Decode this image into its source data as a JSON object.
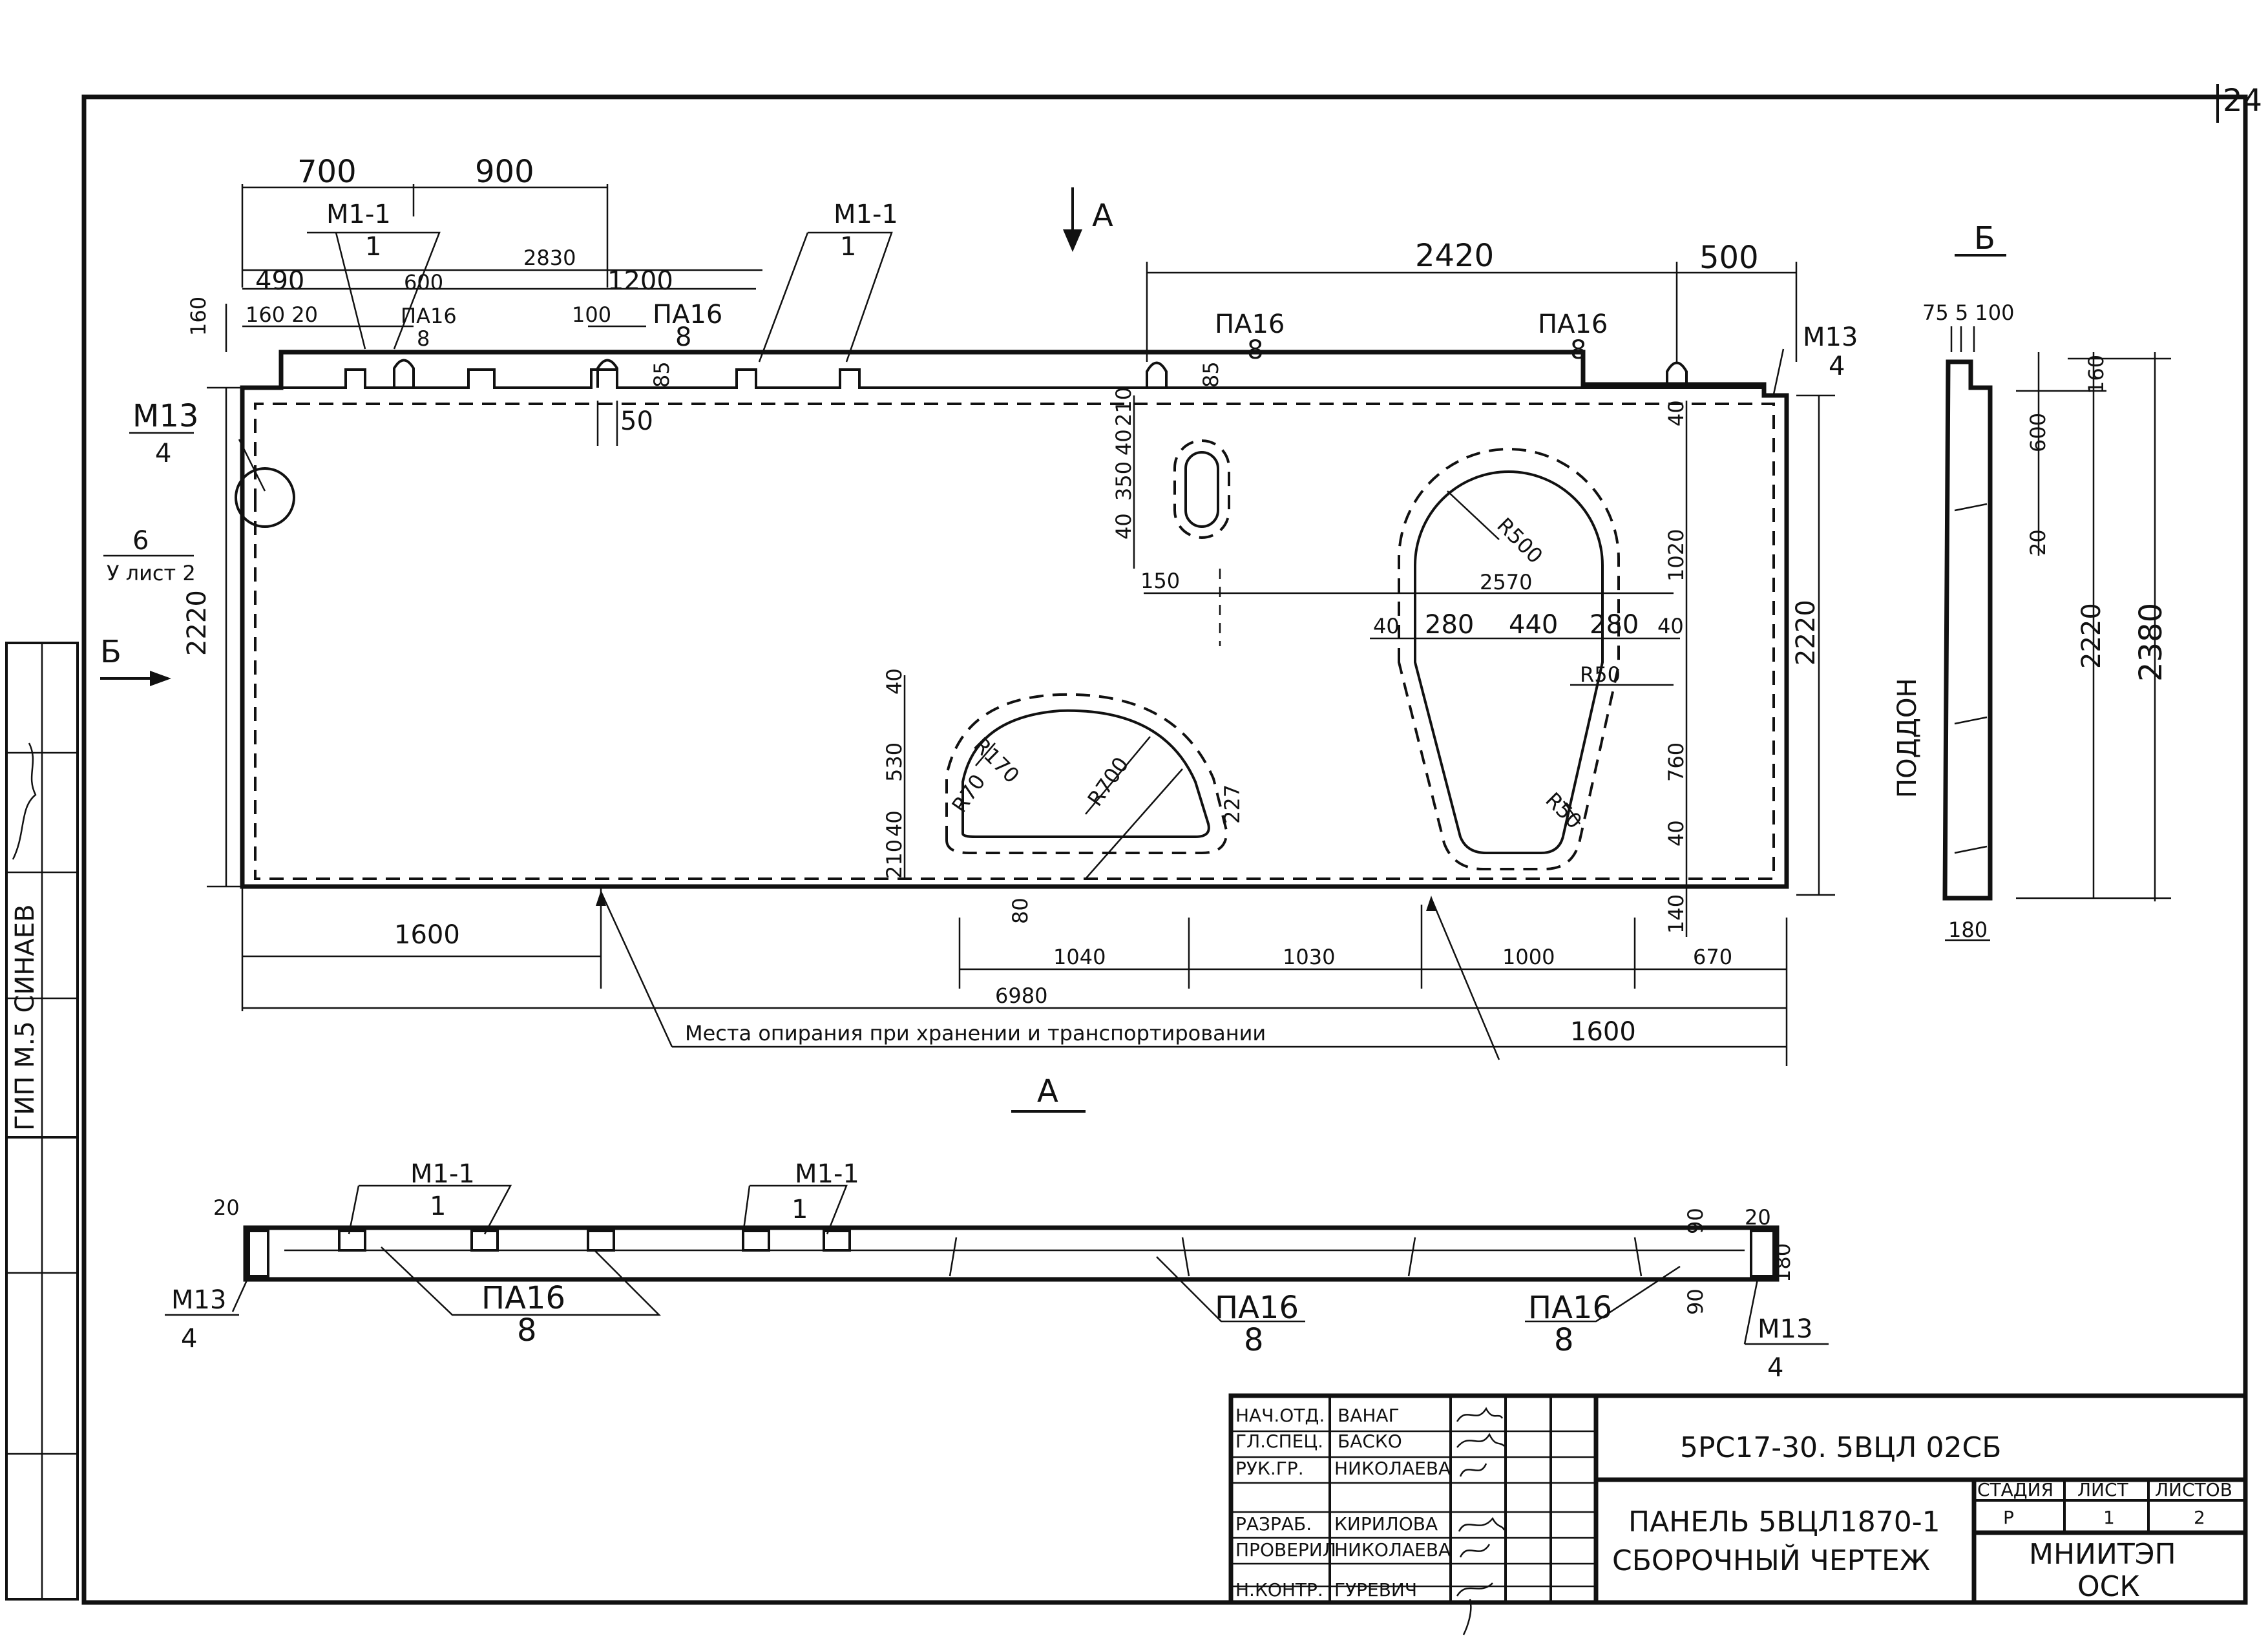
{
  "sheet_number": "24",
  "dimensions": {
    "d700": "700",
    "d900": "900",
    "d2830": "2830",
    "d490": "490",
    "d600": "600",
    "d1200": "1200",
    "d160": "160",
    "d160_20": "160 20",
    "d100": "100",
    "d85": "85",
    "d50": "50",
    "d2220": "2220",
    "d2420": "2420",
    "d500": "500",
    "d210": "210",
    "d40": "40",
    "d350": "350",
    "d150": "150",
    "d2570": "2570",
    "d1020": "1020",
    "d280": "280",
    "d440": "440",
    "d760": "760",
    "d530": "530",
    "d227": "227",
    "d80": "80",
    "d140": "140",
    "d1600": "1600",
    "d1040": "1040",
    "d1030": "1030",
    "d1000": "1000",
    "d670": "670",
    "d6980": "6980",
    "d75_5_100": "75 5 100",
    "d2380": "2380",
    "d180": "180",
    "d20": "20",
    "d90": "90"
  },
  "radii": {
    "r500": "R500",
    "r50": "R50",
    "r170": "R170",
    "r70": "R70",
    "r700": "R700"
  },
  "labels": {
    "m1_1": "M1-1",
    "qty_1": "1",
    "pa16": "ПА16",
    "qty_8": "8",
    "m13": "M13",
    "qty_4": "4",
    "node_6": "6",
    "node_sheet": "У лист 2",
    "section_a": "А",
    "section_b": "Б",
    "pallet": "ПОДДОН",
    "support_note": "Места опирания при хранении и транспортировании"
  },
  "side_stamp": {
    "text": "ГИП М.5 СИНАЕВ"
  },
  "title_block": {
    "roles": [
      "НАЧ.ОТД.",
      "ГЛ.СПЕЦ.",
      "РУК.ГР.",
      "РАЗРАБ.",
      "ПРОВЕРИЛ",
      "Н.КОНТР."
    ],
    "names": [
      "ВАНАГ",
      "БАСКО",
      "НИКОЛАЕВА",
      "КИРИЛОВА",
      "НИКОЛАЕВА",
      "ГУРЕВИЧ"
    ],
    "document_code": "5РС17-30. 5ВЦЛ 02СБ",
    "title_line1": "ПАНЕЛЬ 5ВЦЛ1870-1",
    "title_line2": "СБОРОЧНЫЙ ЧЕРТЕЖ",
    "stage_header": "СТАДИЯ",
    "sheet_header": "ЛИСТ",
    "sheets_header": "ЛИСТОВ",
    "stage_value": "Р",
    "sheet_value": "1",
    "sheets_value": "2",
    "organization_line1": "МНИИТЭП",
    "organization_line2": "ОСК"
  }
}
